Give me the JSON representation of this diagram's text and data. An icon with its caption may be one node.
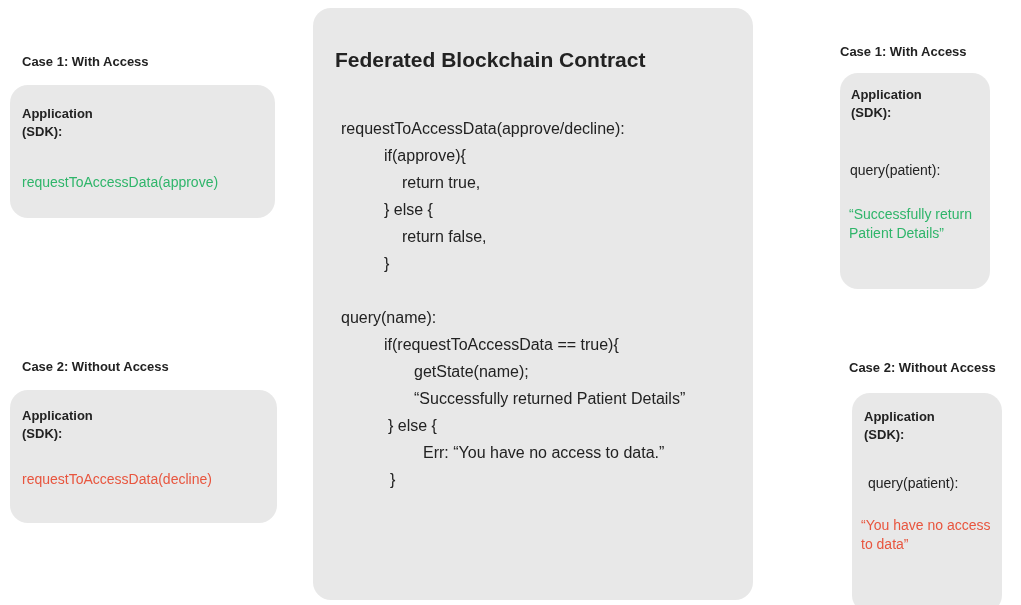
{
  "diagram": {
    "nodes": [
      {
        "text": [
          "Case 1: With Access",
          "Application (SDK):",
          "requestToAccessData(approve)"
        ]
      },
      {
        "text": [
          "Federated Blockchain Contract",
          "requestToAccessData(approve/decline):",
          "if(approve){",
          "return true,",
          "} else {",
          "return false,",
          "}",
          "query(name):",
          "if(requestToAccessData == true){",
          "getState(name);",
          "“Successfully returned Patient Details”",
          "} else {",
          "Err: “You have no access to data.”",
          "}"
        ]
      },
      {
        "text": [
          "Case 1: With Access",
          "Application (SDK):",
          "query(patient):",
          "“Successfully return Patient Details”"
        ]
      },
      {
        "text": [
          "Case 2: Without Access",
          "Application (SDK):",
          "requestToAccessData(decline)"
        ]
      },
      {
        "text": [
          "Case 2: Without Access",
          "Application (SDK):",
          "query(patient):",
          "“You have no access to data”"
        ]
      }
    ]
  }
}
